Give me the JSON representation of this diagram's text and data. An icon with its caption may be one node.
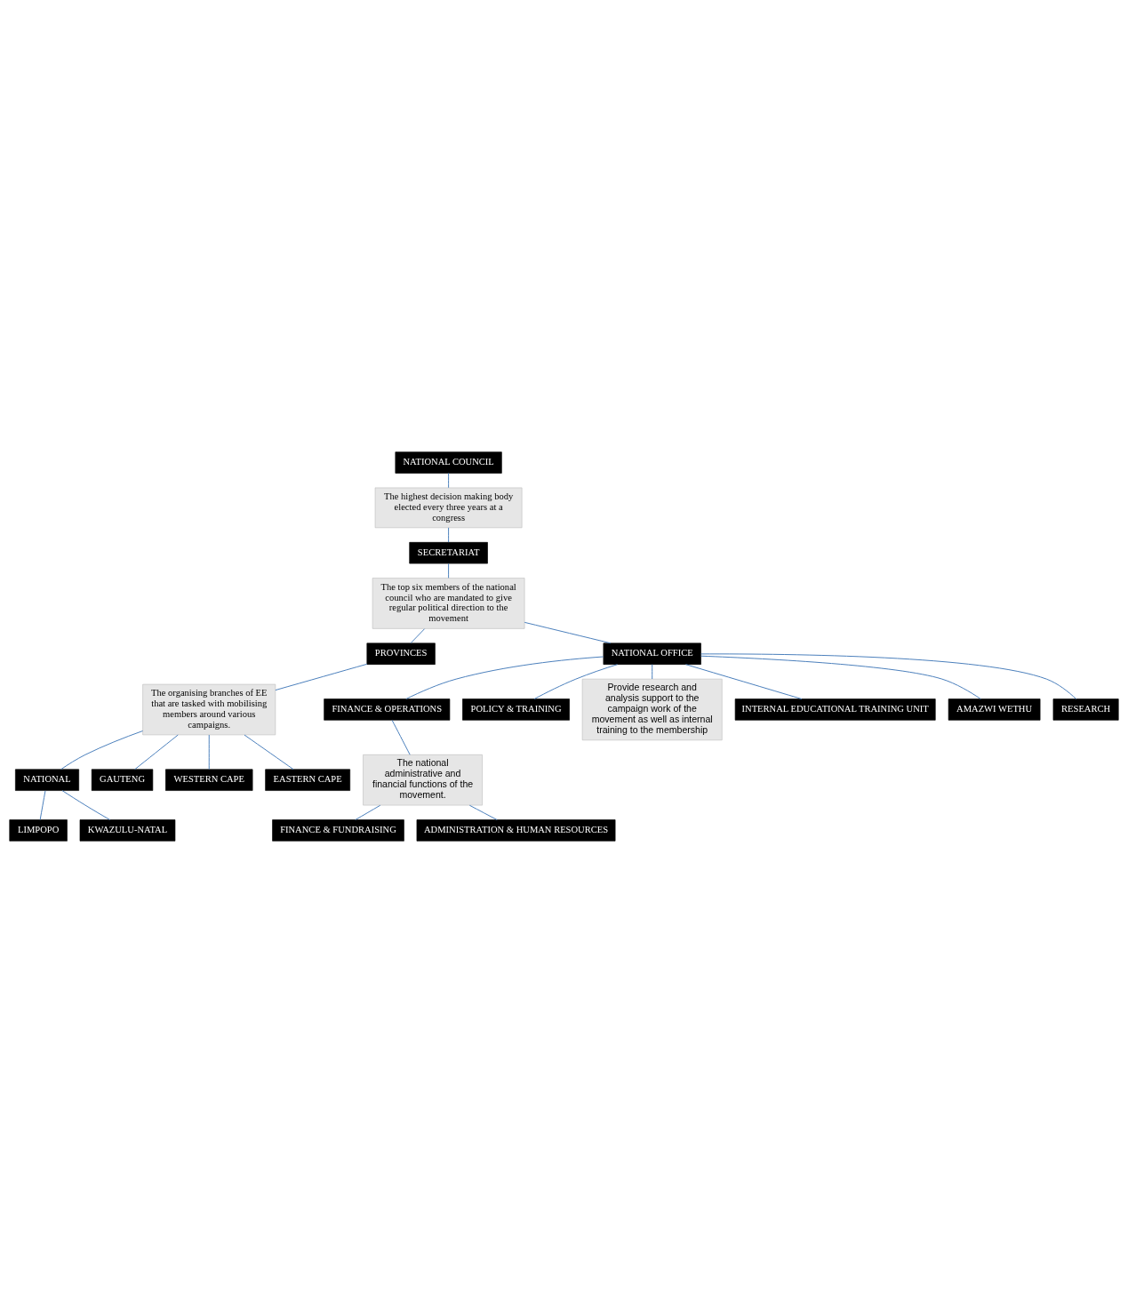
{
  "diagram": {
    "nodes": [
      {
        "text": [
          "NATIONAL COUNCIL"
        ]
      },
      {
        "text": [
          "The highest decision making body elected every three years at a congress"
        ]
      },
      {
        "text": [
          "SECRETARIAT"
        ]
      },
      {
        "text": [
          "The top six members of the national council who are mandated to give regular political direction to the movement"
        ]
      },
      {
        "text": [
          "PROVINCES"
        ]
      },
      {
        "text": [
          "NATIONAL OFFICE"
        ]
      },
      {
        "text": [
          "The organising branches of EE that are tasked with mobilising members around various campaigns."
        ]
      },
      {
        "text": [
          "NATIONAL"
        ]
      },
      {
        "text": [
          "LIMPOPO"
        ]
      },
      {
        "text": [
          "KWAZULU-NATAL"
        ]
      },
      {
        "text": [
          "GAUTENG"
        ]
      },
      {
        "text": [
          "WESTERN CAPE"
        ]
      },
      {
        "text": [
          "EASTERN CAPE"
        ]
      },
      {
        "text": [
          "FINANCE & OPERATIONS"
        ]
      },
      {
        "text": [
          "The national administrative and financial functions of the movement."
        ]
      },
      {
        "text": [
          "FINANCE & FUNDRAISING"
        ]
      },
      {
        "text": [
          "ADMINISTRATION & HUMAN RESOURCES"
        ]
      },
      {
        "text": [
          "POLICY & TRAINING"
        ]
      },
      {
        "text": [
          "Provide research and analysis support to the campaign work of the movement as well as internal training to the membership"
        ]
      },
      {
        "text": [
          "INTERNAL EDUCATIONAL TRAINING UNIT"
        ]
      },
      {
        "text": [
          "AMAZWI WETHU"
        ]
      },
      {
        "text": [
          "RESEARCH"
        ]
      }
    ],
    "edges": [
      {
        "from": 0,
        "to": 1,
        "arrow": "none"
      },
      {
        "from": 1,
        "to": 2,
        "arrow": "none"
      },
      {
        "from": 2,
        "to": 3,
        "arrow": "none"
      },
      {
        "from": 3,
        "to": 4,
        "arrow": "none"
      },
      {
        "from": 3,
        "to": 5,
        "arrow": "none"
      },
      {
        "from": 4,
        "to": 6,
        "arrow": "none"
      },
      {
        "from": 6,
        "to": 7,
        "arrow": "none"
      },
      {
        "from": 7,
        "to": 8,
        "arrow": "none"
      },
      {
        "from": 7,
        "to": 9,
        "arrow": "none"
      },
      {
        "from": 6,
        "to": 10,
        "arrow": "none"
      },
      {
        "from": 6,
        "to": 11,
        "arrow": "none"
      },
      {
        "from": 6,
        "to": 12,
        "arrow": "none"
      },
      {
        "from": 5,
        "to": 13,
        "arrow": "none"
      },
      {
        "from": 13,
        "to": 14,
        "arrow": "none"
      },
      {
        "from": 14,
        "to": 15,
        "arrow": "none"
      },
      {
        "from": 14,
        "to": 16,
        "arrow": "none"
      },
      {
        "from": 5,
        "to": 17,
        "arrow": "none"
      },
      {
        "from": 5,
        "to": 18,
        "arrow": "none"
      },
      {
        "from": 5,
        "to": 19,
        "arrow": "none"
      },
      {
        "from": 5,
        "to": 20,
        "arrow": "none"
      },
      {
        "from": 5,
        "to": 21,
        "arrow": "none"
      }
    ]
  }
}
